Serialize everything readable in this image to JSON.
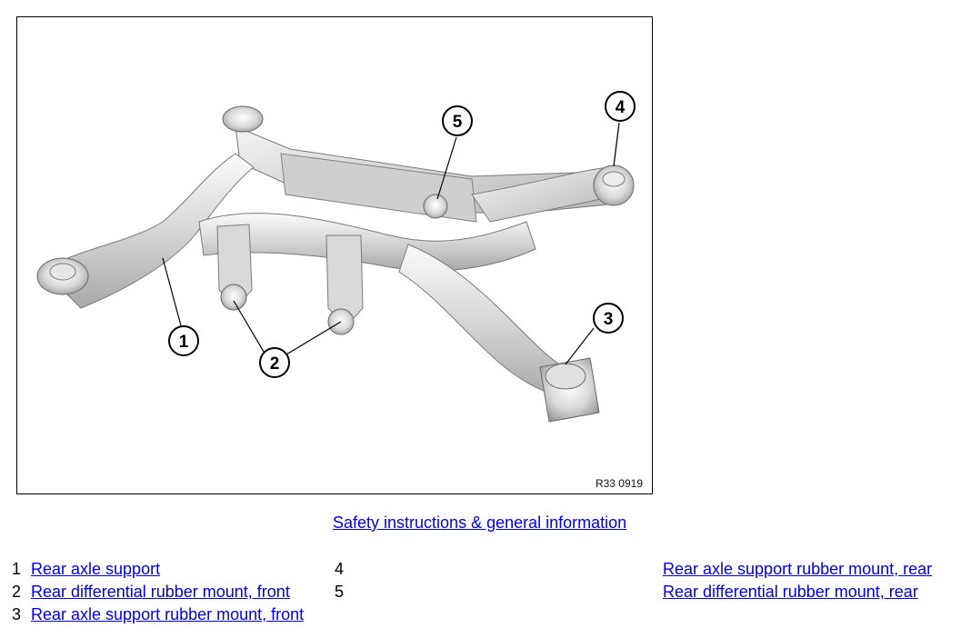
{
  "figure": {
    "id_label": "R33 0919",
    "callouts": [
      "1",
      "2",
      "3",
      "4",
      "5"
    ]
  },
  "safety_link": "Safety instructions & general information",
  "legend": [
    {
      "num": "1",
      "label": "Rear axle support"
    },
    {
      "num": "2",
      "label": "Rear differential rubber mount, front"
    },
    {
      "num": "3",
      "label": "Rear axle support rubber mount, front"
    },
    {
      "num": "4",
      "label": "Rear axle support rubber mount, rear"
    },
    {
      "num": "5",
      "label": "Rear differential rubber mount, rear"
    }
  ],
  "colors": {
    "link": "#0000ee",
    "metal_light": "#f2f2f2",
    "metal_dark": "#9a9a9a"
  }
}
